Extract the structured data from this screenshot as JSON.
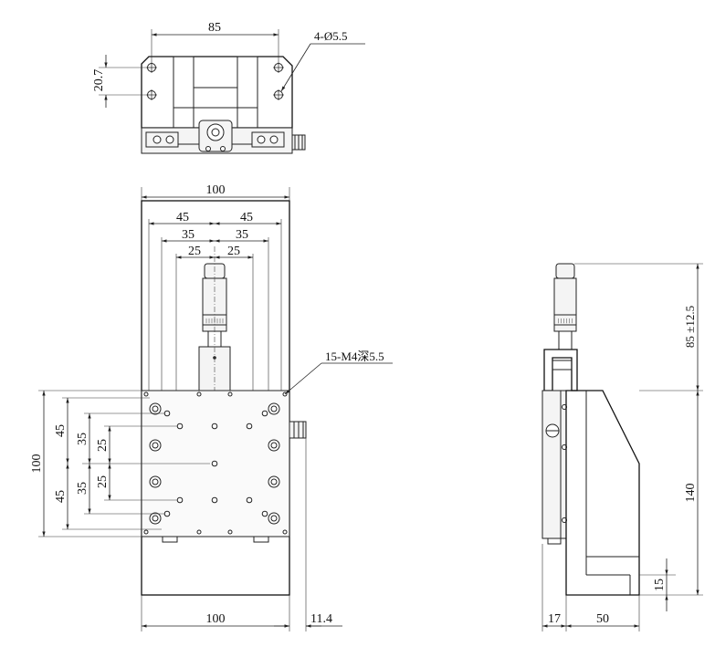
{
  "top_view": {
    "dim_width": "85",
    "dim_height": "20.7",
    "hole_note": "4-Ø5.5"
  },
  "front_view": {
    "dim_top_width": "100",
    "dim_45_left": "45",
    "dim_45_right": "45",
    "dim_35_left": "35",
    "dim_35_right": "35",
    "dim_25_left": "25",
    "dim_25_right": "25",
    "tap_note": "15-M4深5.5",
    "dim_left_height": "100",
    "dim_v45_top": "45",
    "dim_v45_bottom": "45",
    "dim_v35_top": "35",
    "dim_v35_bottom": "35",
    "dim_v25_top": "25",
    "dim_v25_bottom": "25",
    "dim_bottom_width": "100",
    "dim_knob_offset": "11.4"
  },
  "side_view": {
    "dim_travel": "85 ±12.5",
    "dim_height": "140",
    "dim_base": "15",
    "dim_plate": "17",
    "dim_depth": "50"
  }
}
